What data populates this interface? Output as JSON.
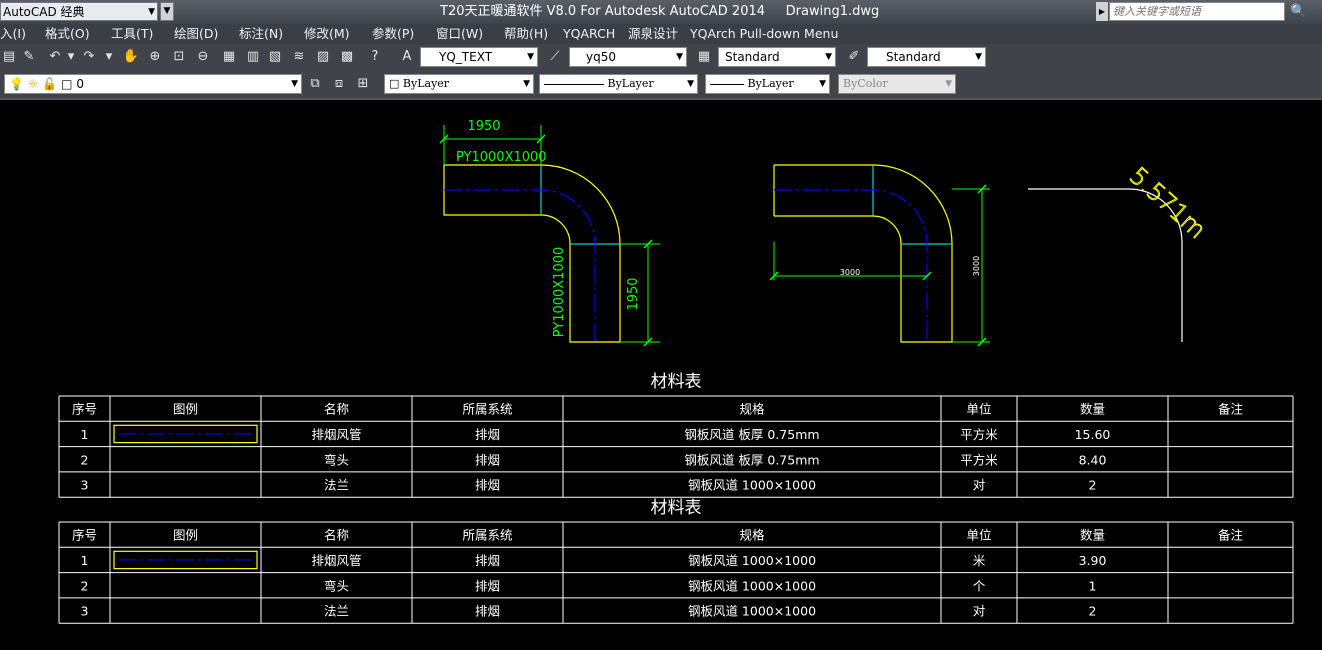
{
  "titlebar": {
    "workspace": "AutoCAD 经典",
    "title": "T20天正暖通软件 V8.0 For Autodesk AutoCAD 2014     Drawing1.dwg",
    "search_placeholder": "键入关键字或短语"
  },
  "menu": [
    "入(I)",
    "格式(O)",
    "工具(T)",
    "绘图(D)",
    "标注(N)",
    "修改(M)",
    "参数(P)",
    "窗口(W)",
    "帮助(H)",
    "YQARCH",
    "源泉设计",
    "YQArch Pull-down Menu"
  ],
  "toolbar1": {
    "text_style": "YQ_TEXT",
    "dim_style": "yq50",
    "table_style": "Standard",
    "mleader_style": "Standard"
  },
  "toolbar2": {
    "layer": "0",
    "color": "ByLayer",
    "linetype": "ByLayer",
    "lineweight": "ByLayer",
    "plotstyle": "ByColor"
  },
  "colors": {
    "green": "#00ff00",
    "yellow": "#ffff00",
    "blue": "#0000ff",
    "white": "#ffffff",
    "cyan": "#00ffff"
  },
  "drawing": {
    "dim_top": "1950",
    "label_top": "PY1000X1000",
    "dim_right": "1950",
    "label_side": "PY1000X1000",
    "dim_bottom2": "3000",
    "dim_right2": "3000",
    "arc_text": "5.571m"
  },
  "tables": [
    {
      "title": "材料表",
      "headers": [
        "序号",
        "图例",
        "名称",
        "所属系统",
        "规格",
        "单位",
        "数量",
        "备注"
      ],
      "rows": [
        [
          "1",
          "",
          "排烟风管",
          "排烟",
          "钢板风道 板厚 0.75mm",
          "平方米",
          "15.60",
          ""
        ],
        [
          "2",
          "",
          "弯头",
          "排烟",
          "钢板风道 板厚 0.75mm",
          "平方米",
          "8.40",
          ""
        ],
        [
          "3",
          "",
          "法兰",
          "排烟",
          "钢板风道 1000×1000",
          "对",
          "2",
          ""
        ]
      ]
    },
    {
      "title": "材料表",
      "headers": [
        "序号",
        "图例",
        "名称",
        "所属系统",
        "规格",
        "单位",
        "数量",
        "备注"
      ],
      "rows": [
        [
          "1",
          "",
          "排烟风管",
          "排烟",
          "钢板风道 1000×1000",
          "米",
          "3.90",
          ""
        ],
        [
          "2",
          "",
          "弯头",
          "排烟",
          "钢板风道 1000×1000",
          "个",
          "1",
          ""
        ],
        [
          "3",
          "",
          "法兰",
          "排烟",
          "钢板风道 1000×1000",
          "对",
          "2",
          ""
        ]
      ]
    }
  ]
}
